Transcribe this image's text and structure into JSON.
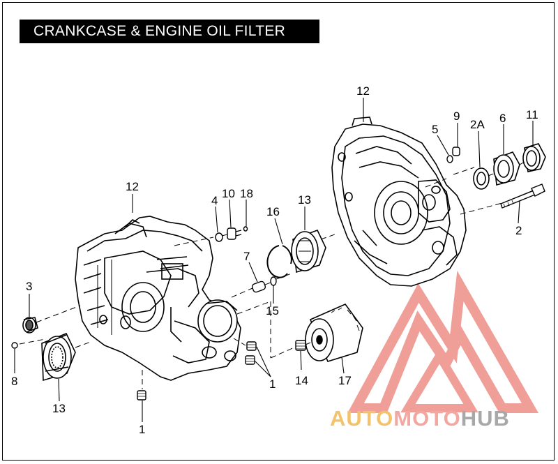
{
  "title": "CRANKCASE & ENGINE OIL FILTER",
  "callouts": [
    {
      "id": "c-12-left",
      "text": "12"
    },
    {
      "id": "c-4",
      "text": "4"
    },
    {
      "id": "c-10",
      "text": "10"
    },
    {
      "id": "c-18",
      "text": "18"
    },
    {
      "id": "c-16",
      "text": "16"
    },
    {
      "id": "c-13-mid",
      "text": "13"
    },
    {
      "id": "c-12-right",
      "text": "12"
    },
    {
      "id": "c-9",
      "text": "9"
    },
    {
      "id": "c-5",
      "text": "5"
    },
    {
      "id": "c-2A",
      "text": "2A"
    },
    {
      "id": "c-6",
      "text": "6"
    },
    {
      "id": "c-11",
      "text": "11"
    },
    {
      "id": "c-2",
      "text": "2"
    },
    {
      "id": "c-3",
      "text": "3"
    },
    {
      "id": "c-7",
      "text": "7"
    },
    {
      "id": "c-15",
      "text": "15"
    },
    {
      "id": "c-8",
      "text": "8"
    },
    {
      "id": "c-13-left",
      "text": "13"
    },
    {
      "id": "c-1-right",
      "text": "1"
    },
    {
      "id": "c-14",
      "text": "14"
    },
    {
      "id": "c-17",
      "text": "17"
    },
    {
      "id": "c-1-bottom",
      "text": "1"
    }
  ],
  "watermark": {
    "part1": "AUTO",
    "part2": "MOTO",
    "part3": "HUB",
    "color1": "#f2c36b",
    "color2": "#f2a7a1",
    "color3": "#a8a8a8",
    "logo_color": "#ee8e87"
  }
}
